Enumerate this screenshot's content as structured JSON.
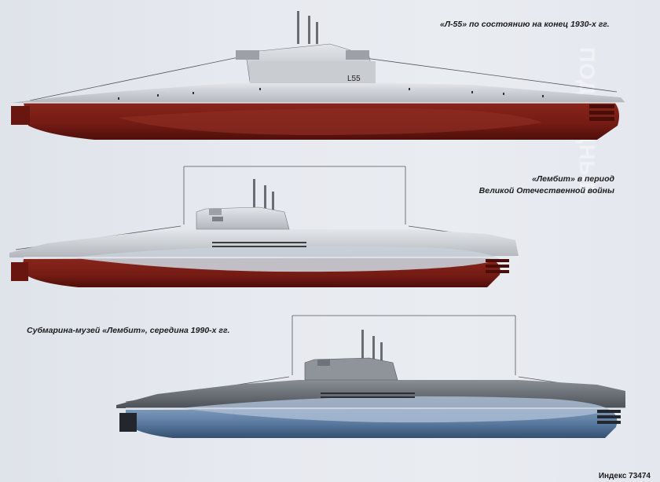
{
  "captions": {
    "sub1": "«Л-55» по состоянию на конец 1930-х гг.",
    "sub2_line1": "«Лембит» в период",
    "sub2_line2": "Великой Отечественной войны",
    "sub3": "Субмарина-музей «Лембит», середина 1990-х гг."
  },
  "hull_marking": "L55",
  "index_label": "Индекс 73474",
  "side_text": "ПОДВОДНЫЕ",
  "colors": {
    "hull_red": "#7a1e16",
    "upper_grey": "#c6c9ce",
    "blue_hull": "#4f6d92",
    "background": "#e7eaf0"
  }
}
